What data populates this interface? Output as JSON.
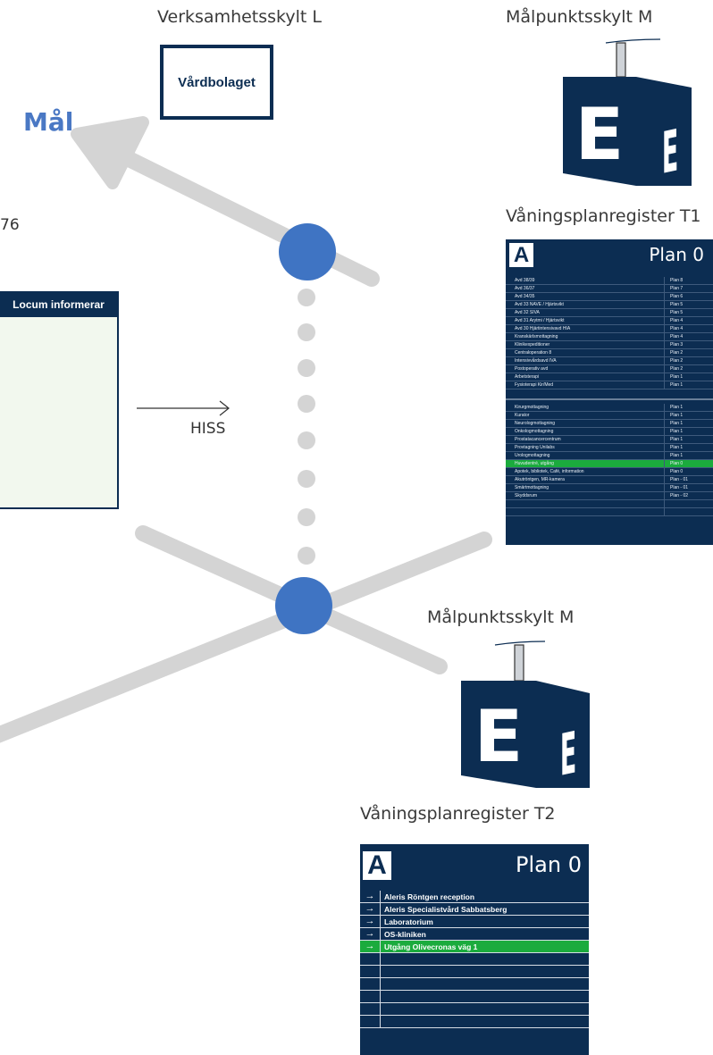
{
  "colors": {
    "navy": "#0c2d52",
    "node_blue": "#3f74c3",
    "path_gray": "#d4d4d4",
    "highlight_green": "#1bab3d",
    "mal_blue": "#4a78c4"
  },
  "labels": {
    "verksamhetsskylt": "Verksamhetsskylt L",
    "malpunktsskylt_top": "Målpunktsskylt M",
    "vaningsplan_t1": "Våningsplanregister T1",
    "malpunktsskylt_bottom": "Målpunktsskylt M",
    "vaningsplan_t2": "Våningsplanregister T2",
    "mal": "Mål",
    "hiss": "HISS",
    "fragment": "76"
  },
  "verksamhetsskylt_sign": {
    "text": "Vårdbolaget"
  },
  "locum": {
    "header": "Locum informerar"
  },
  "cube_top": {
    "letter": "E",
    "icon": "building-e-cube-icon"
  },
  "cube_bottom": {
    "letter": "E",
    "icon": "building-e-cube-icon"
  },
  "t1": {
    "letter": "A",
    "plan": "Plan 0",
    "group1": [
      {
        "name": "Avd 38/39",
        "plan": "Plan 8"
      },
      {
        "name": "Avd 36/37",
        "plan": "Plan 7"
      },
      {
        "name": "Avd 34/35",
        "plan": "Plan 6"
      },
      {
        "name": "Avd 33 NAVE / Hjärtsvikt",
        "plan": "Plan 5"
      },
      {
        "name": "Avd 32 SIVA",
        "plan": "Plan 5"
      },
      {
        "name": "Avd 31 Arytmi / Hjärtsvikt",
        "plan": "Plan 4"
      },
      {
        "name": "Avd 30 Hjärtintensivavd HIA",
        "plan": "Plan 4"
      },
      {
        "name": "Kranskärlsmottagning",
        "plan": "Plan 4"
      },
      {
        "name": "Klinikexpeditioner",
        "plan": "Plan 3"
      },
      {
        "name": "Centraloperation 8",
        "plan": "Plan 2"
      },
      {
        "name": "Intensivvårdsavd IVA",
        "plan": "Plan 2"
      },
      {
        "name": "Postoperativ avd",
        "plan": "Plan 2"
      },
      {
        "name": "Arbetsterapi",
        "plan": "Plan 1"
      },
      {
        "name": "Fysioterapi Kir/Med",
        "plan": "Plan 1"
      }
    ],
    "group2": [
      {
        "name": "Kirurgmottagning",
        "plan": "Plan 1"
      },
      {
        "name": "Kurator",
        "plan": "Plan 1"
      },
      {
        "name": "Neurologmottagning",
        "plan": "Plan 1"
      },
      {
        "name": "Onkologmottagning",
        "plan": "Plan 1"
      },
      {
        "name": "Prostatacancercentrum",
        "plan": "Plan 1"
      },
      {
        "name": "Provtagning Unilabs",
        "plan": "Plan 1"
      },
      {
        "name": "Urologmottagning",
        "plan": "Plan 1"
      },
      {
        "name": "Huvudentré, utgång",
        "plan": "Plan 0",
        "highlight": true
      },
      {
        "name": "Apotek, bibliotek, Café, information",
        "plan": "Plan 0"
      },
      {
        "name": "Akutröntgen, MR-kamera",
        "plan": "Plan - 01"
      },
      {
        "name": "Smärtmottagning",
        "plan": "Plan - 01"
      },
      {
        "name": "Skyddsrum",
        "plan": "Plan - 02"
      },
      {
        "name": "",
        "plan": ""
      },
      {
        "name": "",
        "plan": ""
      }
    ]
  },
  "t2": {
    "letter": "A",
    "plan": "Plan 0",
    "rows": [
      {
        "label": "Aleris Röntgen reception",
        "arrow": "→"
      },
      {
        "label": "Aleris Specialistvård Sabbatsberg",
        "arrow": "→"
      },
      {
        "label": "Laboratorium",
        "arrow": "→"
      },
      {
        "label": "OS-kliniken",
        "arrow": "→"
      },
      {
        "label": "Utgång Olivecronas väg 1",
        "arrow": "→",
        "highlight": true
      },
      {
        "label": "",
        "arrow": ""
      },
      {
        "label": "",
        "arrow": ""
      },
      {
        "label": "",
        "arrow": ""
      },
      {
        "label": "",
        "arrow": ""
      },
      {
        "label": "",
        "arrow": ""
      },
      {
        "label": "",
        "arrow": ""
      }
    ]
  }
}
